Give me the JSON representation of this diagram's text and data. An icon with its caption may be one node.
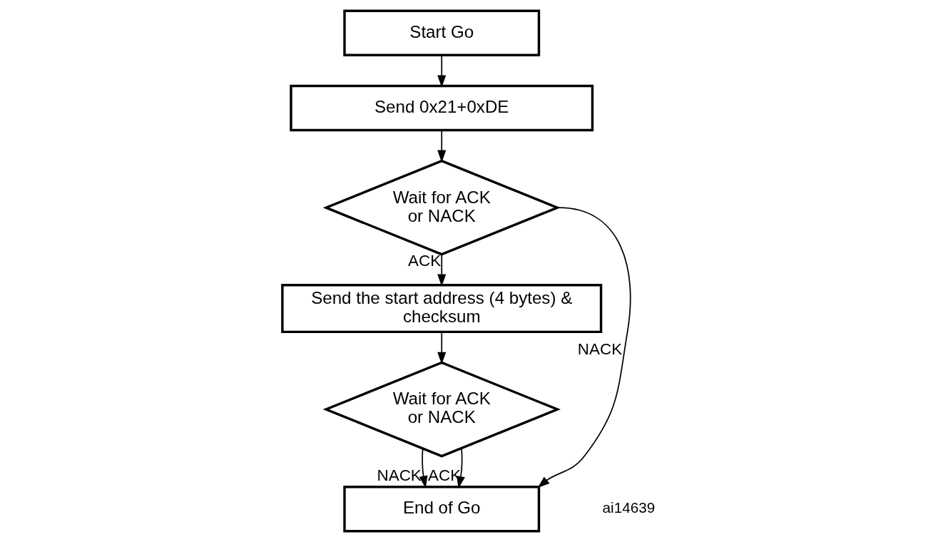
{
  "diagram": {
    "nodes": [
      {
        "text": [
          "Start Go"
        ]
      },
      {
        "text": [
          "Send 0x21+0xDE"
        ]
      },
      {
        "text": [
          "Wait for ACK or NACK"
        ]
      },
      {
        "text": [
          "Send the start address (4 bytes) & checksum"
        ]
      },
      {
        "text": [
          "Wait for ACK or NACK"
        ]
      },
      {
        "text": [
          "End of Go"
        ]
      }
    ],
    "edges": [
      {
        "from": 0,
        "to": 1,
        "arrow": "to"
      },
      {
        "from": 1,
        "to": 2,
        "arrow": "to"
      },
      {
        "from": 2,
        "to": 3,
        "arrow": "to",
        "label": "ACK"
      },
      {
        "from": 3,
        "to": 4,
        "arrow": "to"
      },
      {
        "from": 2,
        "to": 5,
        "arrow": "to",
        "label": "NACK"
      },
      {
        "from": 4,
        "to": 5,
        "arrow": "to",
        "label": "NACK"
      },
      {
        "from": 4,
        "to": 5,
        "arrow": "to",
        "label": "ACK"
      }
    ],
    "labels": [
      "ai14639"
    ]
  }
}
